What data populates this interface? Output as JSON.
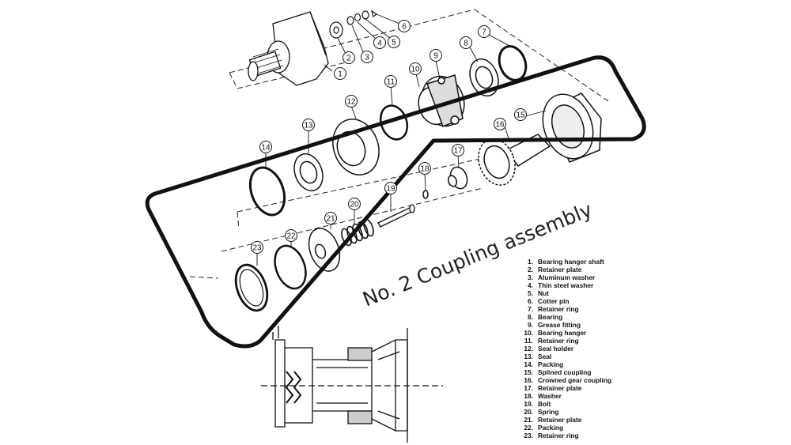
{
  "overlay_title": "No. 2 Coupling assembly",
  "callouts": [
    "1",
    "2",
    "3",
    "4",
    "5",
    "6",
    "7",
    "8",
    "9",
    "10",
    "11",
    "12",
    "13",
    "14",
    "15",
    "16",
    "17",
    "18",
    "19",
    "20",
    "21",
    "22",
    "23"
  ],
  "legend": [
    {
      "num": "1.",
      "label": "Bearing hanger shaft"
    },
    {
      "num": "2.",
      "label": "Retainer plate"
    },
    {
      "num": "3.",
      "label": "Aluminum washer"
    },
    {
      "num": "4.",
      "label": "Thin steel washer"
    },
    {
      "num": "5.",
      "label": "Nut"
    },
    {
      "num": "6.",
      "label": "Cotter pin"
    },
    {
      "num": "7.",
      "label": "Retainer ring"
    },
    {
      "num": "8.",
      "label": "Bearing"
    },
    {
      "num": "9.",
      "label": "Grease fitting"
    },
    {
      "num": "10.",
      "label": "Bearing hanger"
    },
    {
      "num": "11.",
      "label": "Retainer ring"
    },
    {
      "num": "12.",
      "label": "Seal holder"
    },
    {
      "num": "13.",
      "label": "Seal"
    },
    {
      "num": "14.",
      "label": "Packing"
    },
    {
      "num": "15.",
      "label": "Splined coupling"
    },
    {
      "num": "16.",
      "label": "Crowned gear coupling"
    },
    {
      "num": "17.",
      "label": "Retainer plate"
    },
    {
      "num": "18.",
      "label": "Washer"
    },
    {
      "num": "19.",
      "label": "Bolt"
    },
    {
      "num": "20.",
      "label": "Spring"
    },
    {
      "num": "21.",
      "label": "Retainer plate"
    },
    {
      "num": "22.",
      "label": "Packing"
    },
    {
      "num": "23.",
      "label": "Retainer ring"
    }
  ]
}
